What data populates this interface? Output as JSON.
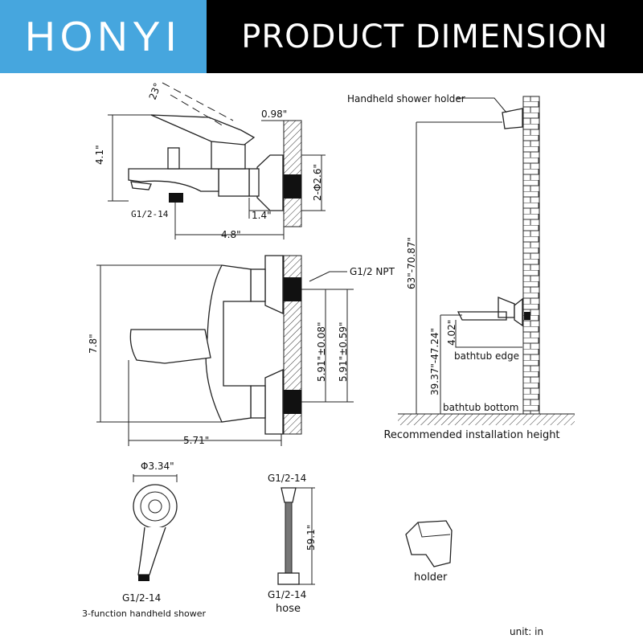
{
  "header": {
    "brand": "HONYI",
    "title": "PRODUCT DIMENSION",
    "brand_color": "#46a6de"
  },
  "side_view": {
    "angle": "23°",
    "wall_plate": "0.98\"",
    "height": "4.1\"",
    "thread_dia": "2-Φ2.6\"",
    "outlet_thread": "G1/2-14",
    "offset": "1.4\"",
    "depth": "4.8\""
  },
  "front_view": {
    "inlet_thread": "G1/2 NPT",
    "height": "7.8\"",
    "center_1": "5.91\"±0.08\"",
    "center_2": "5.91\"±0.59\"",
    "width": "5.71\""
  },
  "installation": {
    "holder_label": "Handheld shower holder",
    "holder_height": "63\"-70.87\"",
    "edge_gap": "4.02\"",
    "faucet_height": "39.37\"-47.24\"",
    "edge_label": "bathtub edge",
    "bottom_label": "bathtub bottom",
    "caption": "Recommended installation height"
  },
  "shower": {
    "diameter": "Φ3.34\"",
    "thread": "G1/2-14",
    "caption": "3-function handheld shower"
  },
  "hose": {
    "thread_top": "G1/2-14",
    "length": "59.1\"",
    "thread_bottom": "G1/2-14",
    "caption": "hose"
  },
  "holder": {
    "caption": "holder"
  },
  "unit": "unit: in"
}
